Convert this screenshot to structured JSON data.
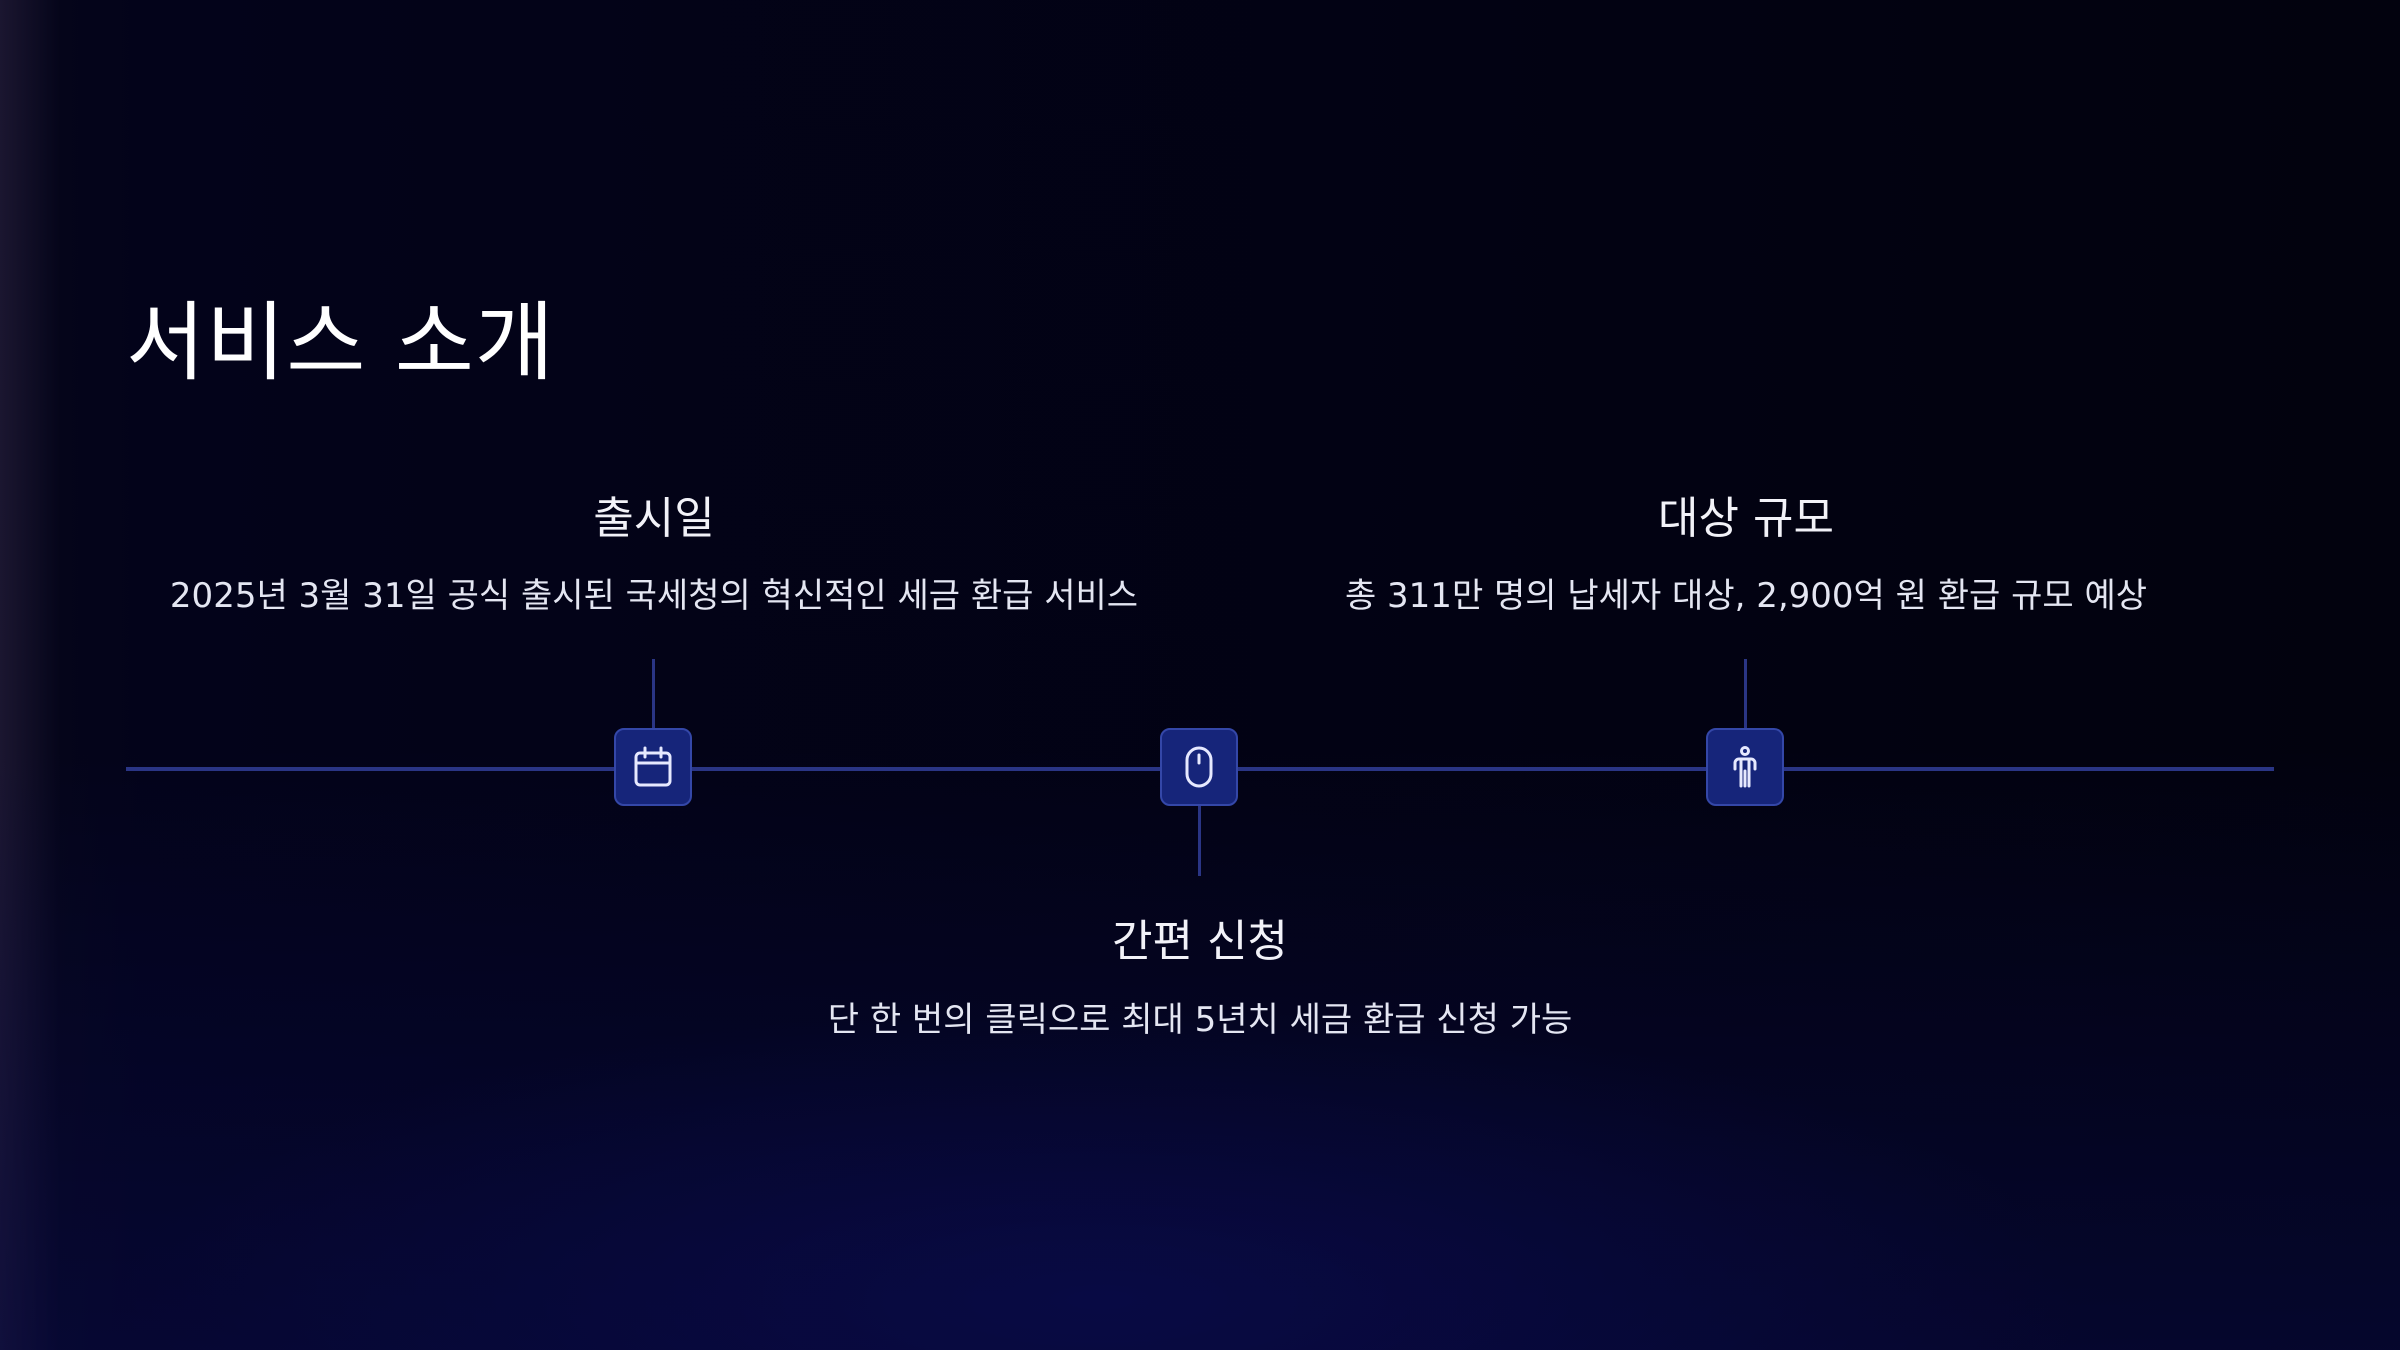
{
  "slide": {
    "title": "서비스 소개"
  },
  "timeline": {
    "items": [
      {
        "title": "출시일",
        "description": "2025년 3월 31일 공식 출시된 국세청의 혁신적인 세금 환급 서비스",
        "icon": "calendar-icon",
        "placement": "above"
      },
      {
        "title": "간편 신청",
        "description": "단 한 번의 클릭으로 최대 5년치 세금 환급 신청 가능",
        "icon": "mouse-icon",
        "placement": "below"
      },
      {
        "title": "대상 규모",
        "description": "총 311만 명의 납세자 대상, 2,900억 원 환급 규모 예상",
        "icon": "person-icon",
        "placement": "above"
      }
    ]
  },
  "colors": {
    "background": "#03031a",
    "line": "#2a3585",
    "icon_box": "#16257a",
    "icon_box_border": "#3447a8",
    "text": "#ffffff"
  }
}
